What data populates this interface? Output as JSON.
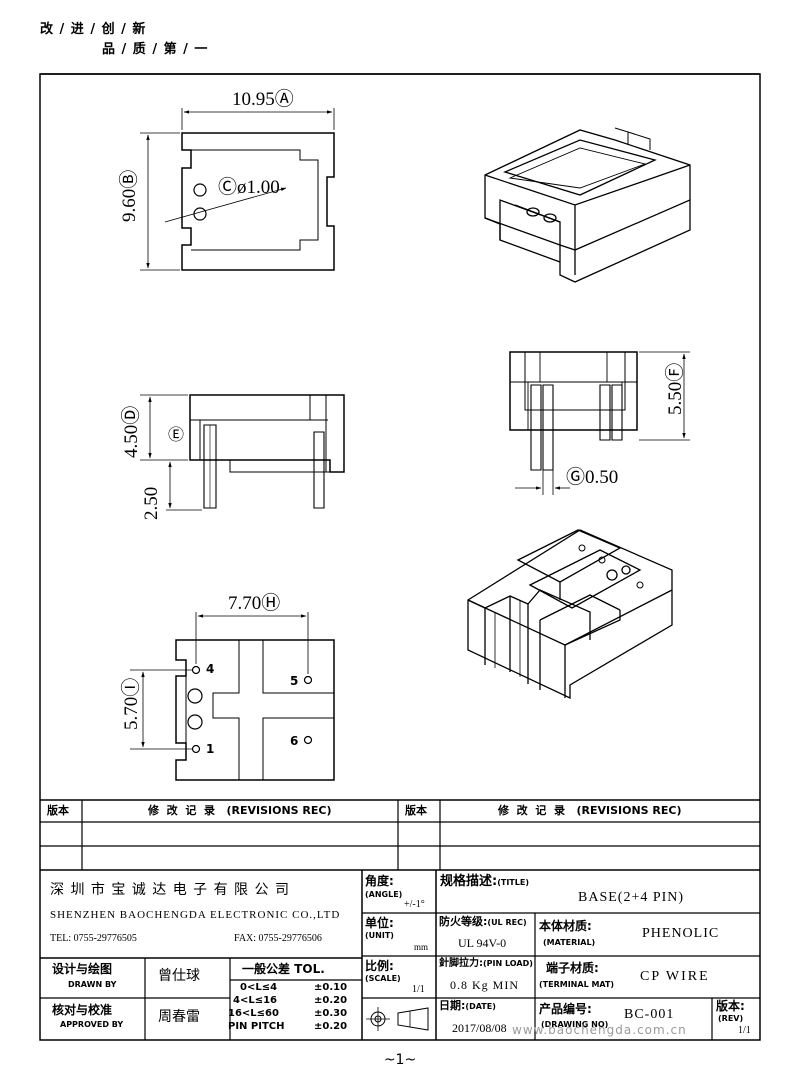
{
  "header": {
    "slogan_line1": "改 / 进 / 创 / 新",
    "slogan_line2": "品 / 质 / 第 / 一"
  },
  "dimensions": {
    "A": "10.95",
    "B": "9.60",
    "C": "ø1.00",
    "D": "4.50",
    "E": "2.50",
    "F": "5.50",
    "G": "0.50",
    "H": "7.70",
    "I": "5.70"
  },
  "dimension_letters": {
    "A": "Ⓐ",
    "B": "Ⓑ",
    "C": "Ⓒ",
    "D": "Ⓓ",
    "E": "Ⓔ",
    "F": "Ⓕ",
    "G": "Ⓖ",
    "H": "Ⓗ",
    "I": "Ⓘ"
  },
  "pin_labels": {
    "p1": "1",
    "p4": "4",
    "p5": "5",
    "p6": "6"
  },
  "revisions": {
    "rev_label_left": "版本",
    "rec_label_left": "修  改  记  录   (REVISIONS REC)",
    "rev_label_right": "版本",
    "rec_label_right": "修  改  记  录   (REVISIONS REC)"
  },
  "company": {
    "name_cn": "深 圳 市 宝 诚 达 电 子 有 限 公 司",
    "name_en": "SHENZHEN BAOCHENGDA ELECTRONIC CO.,LTD",
    "tel": "TEL: 0755-29776505",
    "fax": "FAX: 0755-29776506"
  },
  "title_block": {
    "angle_label": "角度:",
    "angle_sub": "(ANGLE)",
    "angle_value": "+/-1°",
    "unit_label": "单位:",
    "unit_sub": "(UNIT)",
    "unit_value": "mm",
    "scale_label": "比例:",
    "scale_sub": "(SCALE)",
    "scale_value": "1/1",
    "title_label": "规格描述:",
    "title_sub": "(TITLE)",
    "title_value": "BASE(2+4 PIN)",
    "fire_label": "防火等级:",
    "fire_sub": "(UL REC)",
    "fire_value": "UL 94V-0",
    "material_label": "本体材质:",
    "material_sub": "(MATERIAL)",
    "material_value": "PHENOLIC",
    "pinload_label": "針脚拉力:",
    "pinload_sub": "(PIN LOAD)",
    "pinload_value": "0.8 Kg MIN",
    "terminal_label": "端子材质:",
    "terminal_sub": "(TERMINAL MAT)",
    "terminal_value": "CP WIRE",
    "date_label": "日期:",
    "date_sub": "(DATE)",
    "date_value": "2017/08/08",
    "drawing_label": "产品编号:",
    "drawing_sub": "(DRAWING NO)",
    "drawing_value": "BC-001",
    "rev_label": "版本:",
    "rev_sub": "(REV)",
    "rev_value": "1/1",
    "drawn_label": "设计与绘图",
    "drawn_sub": "DRAWN BY",
    "drawn_value": "曾仕球",
    "approved_label": "核对与校准",
    "approved_sub": "APPROVED BY",
    "approved_value": "周春雷",
    "tol_title": "一般公差 TOL.",
    "tol_rows": [
      {
        "range": "0<L≤4",
        "value": "±0.10"
      },
      {
        "range": "4<L≤16",
        "value": "±0.20"
      },
      {
        "range": "16<L≤60",
        "value": "±0.30"
      },
      {
        "range": "PIN PITCH",
        "value": "±0.20"
      }
    ]
  },
  "watermark": "www.baochengda.com.cn",
  "page_number": "~1~"
}
